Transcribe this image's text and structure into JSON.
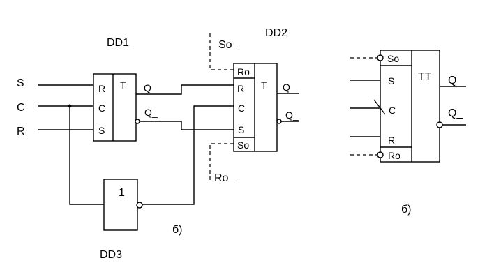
{
  "left": {
    "dd1": "DD1",
    "dd2": "DD2",
    "dd3": "DD3",
    "so": "So_",
    "ro": "Ro_",
    "inputs": {
      "s": "S",
      "c": "C",
      "r": "R"
    },
    "dd1_pins": {
      "r": "R",
      "c": "C",
      "s": "S",
      "t": "T",
      "q": "Q",
      "qn": "Q_"
    },
    "dd2_pins": {
      "ro": "Ro",
      "r": "R",
      "c": "C",
      "s": "S",
      "so": "So",
      "t": "T",
      "q": "Q",
      "qn": "Q_"
    },
    "dd3_label": "1",
    "caption": "б)"
  },
  "right": {
    "so": "So",
    "s": "S",
    "c": "C",
    "r": "R",
    "ro": "Ro",
    "tt": "TT",
    "q": "Q",
    "qn": "Q_",
    "caption": "б)"
  }
}
